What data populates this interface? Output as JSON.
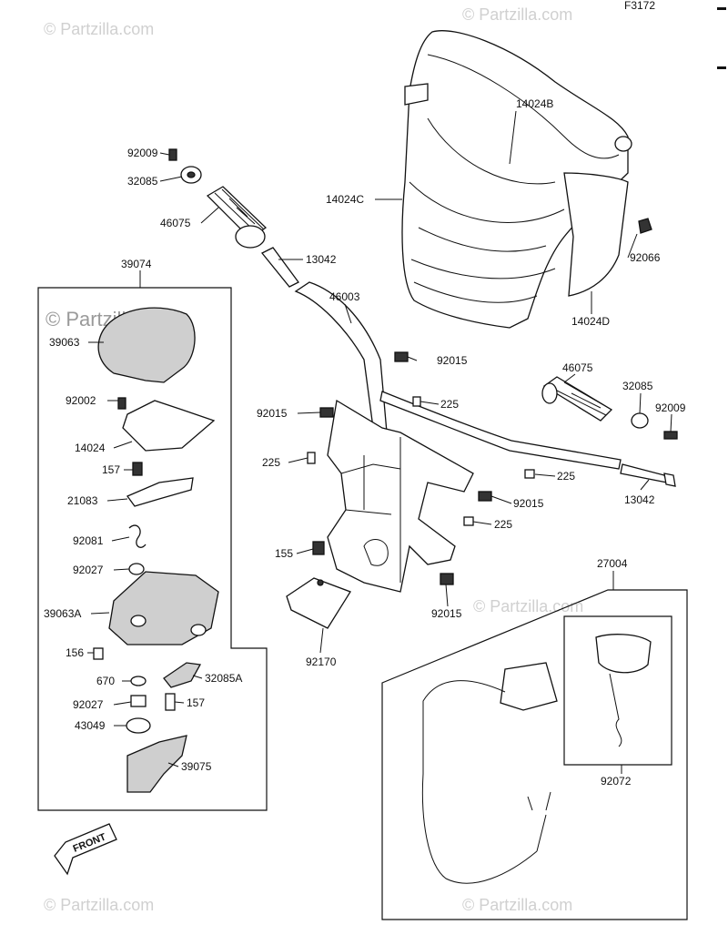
{
  "figure_code": "F3172",
  "watermark": "© Partzilla.com",
  "front_label": "FRONT",
  "labels": {
    "p14024B": "14024B",
    "p14024C": "14024C",
    "p92066": "92066",
    "p14024D": "14024D",
    "p92009_top": "92009",
    "p32085_top": "32085",
    "p46075_top": "46075",
    "p13042_top": "13042",
    "p39074": "39074",
    "p46003": "46003",
    "p39063": "39063",
    "p92015_a": "92015",
    "p225_a": "225",
    "p92002": "92002",
    "p92015_b": "92015",
    "p46075_right": "46075",
    "p32085_right": "32085",
    "p92009_right": "92009",
    "p14024": "14024",
    "p225_b": "225",
    "p157_a": "157",
    "p225_c": "225",
    "p21083": "21083",
    "p92015_c": "92015",
    "p13042_right": "13042",
    "p225_d": "225",
    "p92081": "92081",
    "p155": "155",
    "p27004": "27004",
    "p92027_a": "92027",
    "p92015_d": "92015",
    "p39063A": "39063A",
    "p92170": "92170",
    "p156": "156",
    "p670": "670",
    "p32085A": "32085A",
    "p92027_b": "92027",
    "p157_b": "157",
    "p43049": "43049",
    "p39075": "39075",
    "p92072": "92072"
  }
}
